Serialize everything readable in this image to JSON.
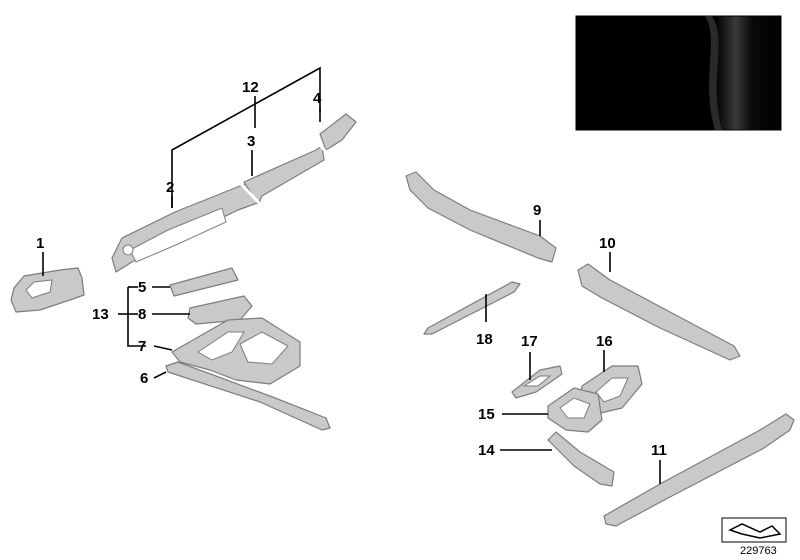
{
  "callouts": {
    "c1": "1",
    "c2": "2",
    "c3": "3",
    "c4": "4",
    "c5": "5",
    "c6": "6",
    "c7": "7",
    "c8": "8",
    "c9": "9",
    "c10": "10",
    "c11": "11",
    "c12": "12",
    "c13": "13",
    "c14": "14",
    "c15": "15",
    "c16": "16",
    "c17": "17",
    "c18": "18"
  },
  "diagram_number": "229763",
  "colors": {
    "swatch": "#000000",
    "part_fill": "#c9c9c9",
    "part_stroke": "#7d7d7d"
  }
}
